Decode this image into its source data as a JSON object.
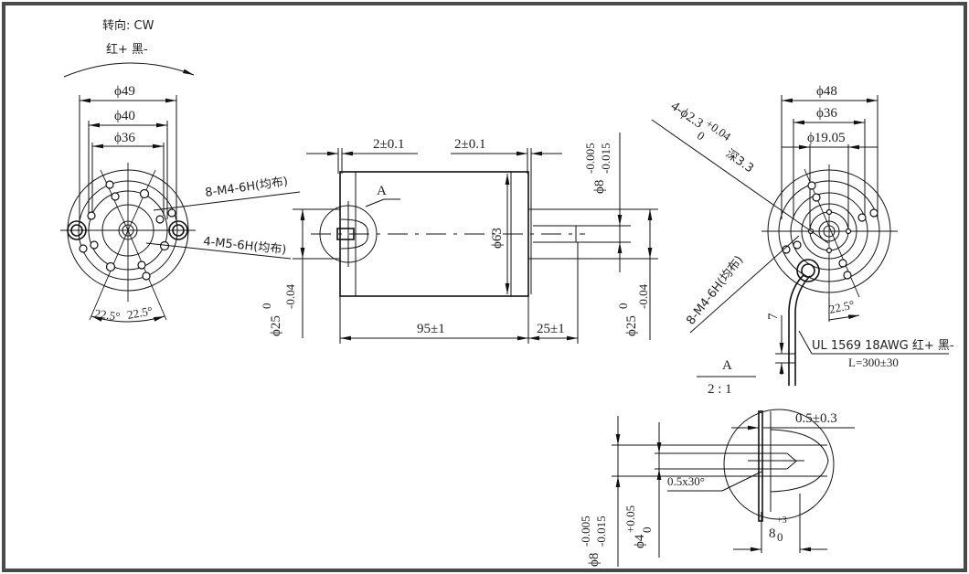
{
  "drawing": {
    "colors": {
      "frame": "#4a4a4a",
      "line": "#111111",
      "text": "#222222",
      "background": "#ffffff"
    },
    "left_view": {
      "rotation_label": "转向: CW",
      "polarity_label": "红+ 黑-",
      "dim_phi49": "ϕ49",
      "dim_phi40": "ϕ40",
      "dim_phi36": "ϕ36",
      "callout_m4": "8-M4-6H(均布)",
      "callout_m5": "4-M5-6H(均布)",
      "angle_left": "22.5°",
      "angle_right": "22.5°"
    },
    "side_view": {
      "dim_flange_left": "2±0.1",
      "dim_flange_right": "2±0.1",
      "detail_marker": "A",
      "dim_body_dia": "ϕ63",
      "dim_body_length": "95±1",
      "dim_shaft_length": "25±1",
      "dim_pilot_left": {
        "base": "ϕ25",
        "upper": "0",
        "lower": "-0.04"
      },
      "dim_pilot_right": {
        "base": "ϕ25",
        "upper": "0",
        "lower": "-0.04"
      },
      "dim_shaft_dia": {
        "base": "ϕ8",
        "upper": "-0.005",
        "lower": "-0.015"
      }
    },
    "right_view": {
      "dim_phi48": "ϕ48",
      "dim_phi36": "ϕ36",
      "dim_phi19": "ϕ19.05",
      "callout_holes": "4-ϕ2.3",
      "callout_holes_tol_upper": "+0.04",
      "callout_holes_tol_lower": "0",
      "callout_holes_depth": "深3.3",
      "callout_m4": "8-M4-6H(均布)",
      "angle": "22.5°",
      "dim_lead": "7",
      "wire_spec": "UL 1569 18AWG 红+ 黑-",
      "wire_length": "L=300±30"
    },
    "detail_a": {
      "label": "A",
      "scale": "2 : 1",
      "dim_face": "0.5±0.3",
      "chamfer": "0.5x30°",
      "dim_hole_depth": {
        "base": "8",
        "upper": "+3",
        "lower": "0"
      },
      "dim_shaft_dia": {
        "base": "ϕ8",
        "upper": "-0.005",
        "lower": "-0.015"
      },
      "dim_hole_dia": {
        "base": "ϕ4",
        "upper": "+0.05",
        "lower": "0"
      }
    }
  }
}
